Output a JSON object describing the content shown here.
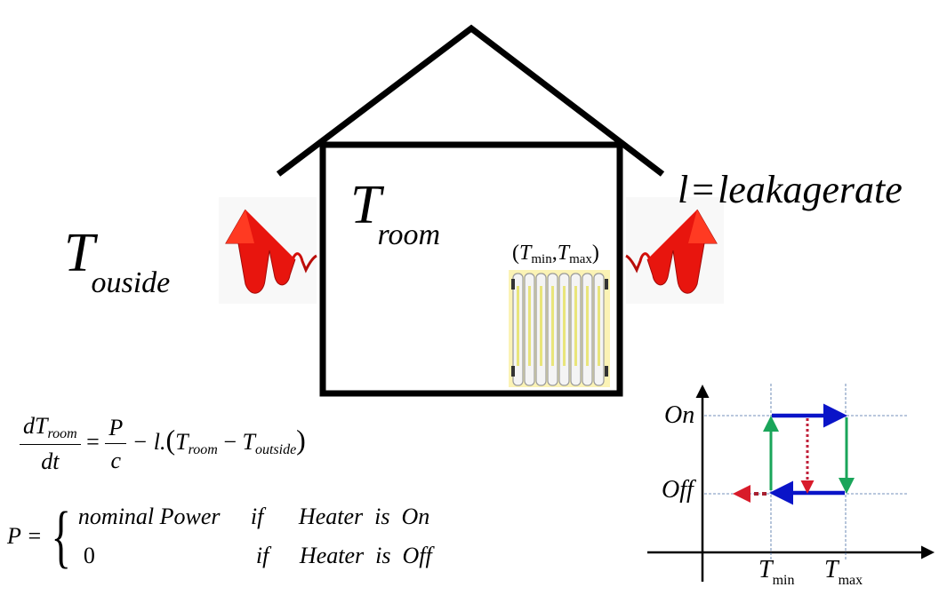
{
  "diagram": {
    "title": "Room heating thermostat model",
    "labels": {
      "t_room": {
        "symbol": "T",
        "subscript": "room"
      },
      "t_outside": {
        "symbol": "T",
        "subscript": "ouside"
      },
      "leakage": {
        "lhs": "l",
        "eq": "=",
        "rhs": "leakagerate"
      },
      "setpoints": {
        "open": "(",
        "t1": "T",
        "t1_sub": "min",
        "comma": ",",
        "t2": "T",
        "t2_sub": "max",
        "close": ")"
      }
    },
    "icons": [
      "house-outline",
      "heat-flow-arrow-left",
      "heat-flow-arrow-right",
      "radiator"
    ]
  },
  "equations": {
    "ode": {
      "num_d": "dT",
      "num_sub": "room",
      "den": "dt",
      "equals": "=",
      "p_num": "P",
      "p_den": "c",
      "minus_l": "− l.",
      "paren_open": "(",
      "t1": "T",
      "t1_sub": "room",
      "minus": "−",
      "t2": "T",
      "t2_sub": "outside",
      "paren_close": ")"
    },
    "power": {
      "lhs": "P =",
      "brace": "{",
      "cases": [
        {
          "value": "nominal Power",
          "cond": "if",
          "text": "Heater  is  On"
        },
        {
          "value": "0",
          "cond": "if",
          "text": "Heater  is  Off"
        }
      ]
    }
  },
  "hysteresis": {
    "y_labels": {
      "on": "On",
      "off": "Off"
    },
    "x_labels": {
      "tmin": "T",
      "tmin_sub": "min",
      "tmax": "T",
      "tmax_sub": "max"
    },
    "colors": {
      "state": "#0a14c8",
      "switch": "#1aa55a",
      "dotted": "#c0203a",
      "grid": "#4a6fa5"
    },
    "transitions": [
      {
        "from": "Off@Tmin",
        "to": "On@Tmin",
        "style": "switch"
      },
      {
        "from": "On@Tmin",
        "to": "On@Tmax",
        "style": "state"
      },
      {
        "from": "On@Tmax",
        "to": "Off@Tmax",
        "style": "switch"
      },
      {
        "from": "Off@Tmax",
        "to": "Off@Tmin",
        "style": "state"
      },
      {
        "from": "On@mid",
        "to": "Off@mid",
        "style": "dotted"
      },
      {
        "from": "Off@Tmin",
        "to": "Off@below",
        "style": "dotted"
      }
    ]
  }
}
